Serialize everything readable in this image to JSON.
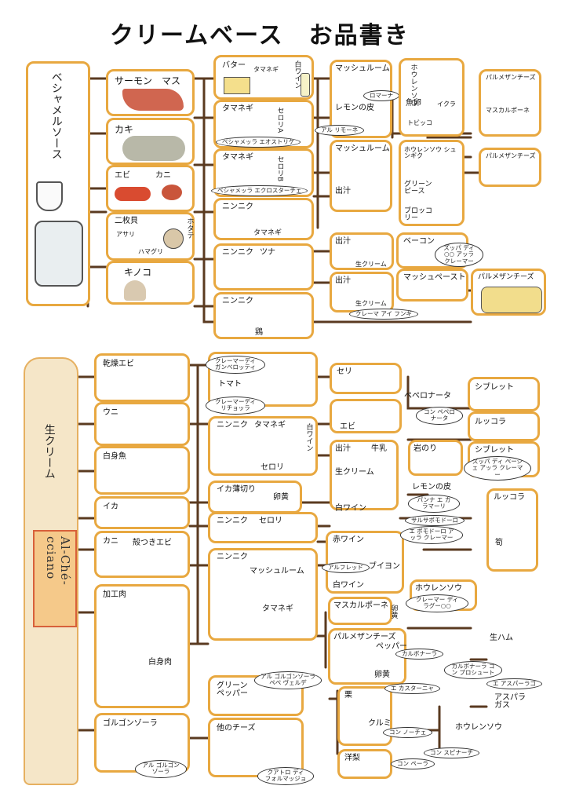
{
  "title": "クリームベース　お品書き",
  "colors": {
    "frame": "#e8a840",
    "wire": "#5a3a20",
    "bottle": "#f5e6c8"
  },
  "bases": {
    "bechamel": "ベシャメルソース",
    "cream": "生クリーム",
    "logo": "Al-Ché-cciano"
  },
  "top": {
    "salmon": "サーモン　マス",
    "oyster": "カキ",
    "shrimp": "エビ　カニ",
    "shrimp_a": "エビ",
    "shrimp_b": "カニ",
    "clam": "二枚貝",
    "asari": "アサリ",
    "hamaguri": "ハマグリ",
    "hotate": "ホタテ",
    "mush": "キノコ",
    "butter": "バター",
    "onion": "タマネギ",
    "wine": "白ワイン",
    "t2_onion": "タマネギ",
    "t2_celery": "セロリA",
    "t2_b1": "ベシャメッラ エオストリケ",
    "t3_onion": "タマネギ",
    "t3_celery": "セロリB",
    "t3_b1": "ベシャメッラ エクロスターチェ",
    "t4_garlic": "ニンニク",
    "t4_onion": "タマネギ",
    "t5_garlic": "ニンニク",
    "t5_tuna": "ツナ",
    "t6_garlic": "ニンニク",
    "t6_chicken": "鶏",
    "c3_mush": "マッシュルーム",
    "c3_lemon": "レモンの皮",
    "c3_b1": "ロマーナ",
    "c3_b2": "アル リモーネ",
    "c3_mush2": "マッシュルーム",
    "c3_dashi": "出汁",
    "c4_spinach": "ホウレンソウ",
    "c4_roe": "魚卵",
    "c4_ikura": "イクラ",
    "c4_tobiko": "トビッコ",
    "c4_green": "ホウレンソウ シュンギク",
    "c4_peas": "グリーンピース",
    "c4_broc": "ブロッコリー",
    "c5_parm": "パルメザンチーズ",
    "c5_masc": "マスカルポーネ",
    "c5_parm2": "パルメザンチーズ",
    "m_dashi": "出汁",
    "m_cream": "生クリーム",
    "m_bacon": "ベーコン",
    "m_b1": "ズッパ ディ ○○ アッラ クレーマー",
    "m_dashi2": "出汁",
    "m_cream2": "生クリーム",
    "m_paste": "マッシュペースト",
    "m_b2": "クレーマ アイ フンギ",
    "m_parm": "パルメザンチーズ"
  },
  "bottom": {
    "dried": "乾燥エビ",
    "uni": "ウニ",
    "whitefish": "白身魚",
    "ika": "イカ",
    "kani": "カニ",
    "kara": "殻つきエビ",
    "meat": "加工肉",
    "pork": "白身肉",
    "gorgon": "ゴルゴンゾーラ",
    "gorgon_b": "アル ゴルゴンゾーラ",
    "tomato": "トマト",
    "tom_b1": "クレーマーディ ガンベロッティ",
    "tom_b2": "クレーマーディ リチョッラ",
    "gar": "ニンニク",
    "oni": "タマネギ",
    "cel": "セロリ",
    "wine": "白ワイン",
    "ika2": "イカ薄切り",
    "yolk": "卵黄",
    "gar2": "ニンニク",
    "cel2": "セロリ",
    "gar3": "ニンニク",
    "mush3": "マッシュルーム",
    "oni3": "タマネギ",
    "green": "グリーン ペッパー",
    "green_b": "アル ゴルゴンゾーラ ペペ ヴェルデ",
    "cheese": "他のチーズ",
    "cheese_b": "クアトロ ディ フォルマッジョ",
    "seri": "セリ",
    "ebi2": "エビ",
    "pepper": "ペペロナータ",
    "peper_b": "コン ペペロナータ",
    "dashi": "出汁",
    "milk": "牛乳",
    "cream": "生クリーム",
    "nori": "岩のり",
    "lemon": "レモンの皮",
    "lemon_b": "パンナ エ カラマーリ",
    "wine2": "白ワイン",
    "sal_b": "サルサポモドーロ",
    "tom_b3": "エ ポモドーロ アッラ クレーマー",
    "redw": "赤ワイン",
    "alfred": "アルフレッド",
    "broth": "ブイヨン",
    "wine3": "白ワイン",
    "spin": "ホウレンソウ",
    "spin_b": "クレーマー ディ ラグー○○",
    "masc": "マスカルポーネ",
    "yolk2": "卵黄",
    "parm": "パルメザンチーズ",
    "pepper2": "ペッパー",
    "carbo_b": "カルボナーラ",
    "yolk3": "卵黄",
    "chest": "栗",
    "chest_b": "エ カスターニャ",
    "walnut": "クルミ",
    "walnut_b": "コン ノーチェ",
    "pear": "洋梨",
    "pear_b": "コン ペーラ",
    "ham": "生ハム",
    "ham_b": "カルボナーラ コン プロシュート",
    "aspara": "アスパラガス",
    "aspara_b": "エ アスパーラゴ",
    "spin2": "ホウレンソウ",
    "spin2_b": "コン スピナーチ",
    "ciblet": "シブレット",
    "rucola": "ルッコラ",
    "ciblet2": "シブレット",
    "ciblet_b": "ズッパ ディ ペーシェ アッラ クレーマー",
    "rucola2": "ルッコラ",
    "take": "筍"
  }
}
